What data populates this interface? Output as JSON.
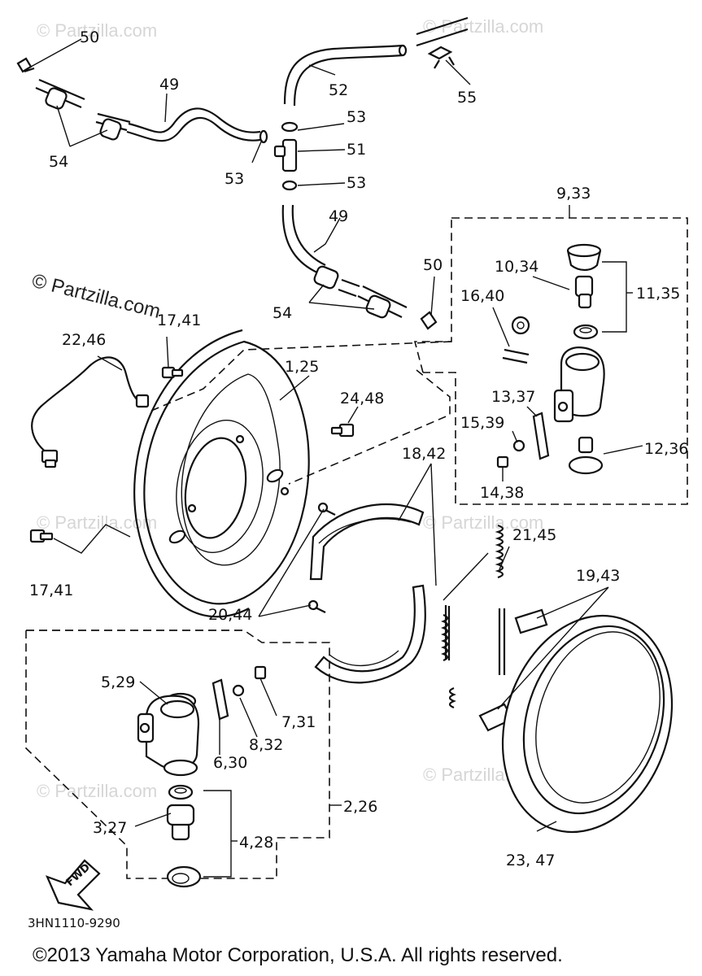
{
  "watermark": {
    "brand_main": "© Partzilla.com",
    "brand_small": "© Partzilla.com"
  },
  "callouts": {
    "c50a": "50",
    "c49a": "49",
    "c54a": "54",
    "c53a": "53",
    "c52": "52",
    "c55": "55",
    "c53b": "53",
    "c51": "51",
    "c53c": "53",
    "c49b": "49",
    "c54b": "54",
    "c50b": "50",
    "c9_33": "9,33",
    "c10_34": "10,34",
    "c11_35": "11,35",
    "c16_40": "16,40",
    "c17_41a": "17,41",
    "c22_46": "22,46",
    "c1_25": "1,25",
    "c24_48": "24,48",
    "c13_37": "13,37",
    "c15_39": "15,39",
    "c14_38": "14,38",
    "c12_36": "12,36",
    "c18_42": "18,42",
    "c17_41b": "17,41",
    "c21_45": "21,45",
    "c19_43": "19,43",
    "c20_44": "20,44",
    "c5_29": "5,29",
    "c7_31": "7,31",
    "c8_32": "8,32",
    "c6_30": "6,30",
    "c2_26": "2,26",
    "c3_27": "3,27",
    "c4_28": "4,28",
    "c23_47": "23, 47"
  },
  "fwd_label": "FWD",
  "diagram_code": "3HN1110-9290",
  "copyright": "©2013 Yamaha Motor Corporation, U.S.A. All rights reserved."
}
